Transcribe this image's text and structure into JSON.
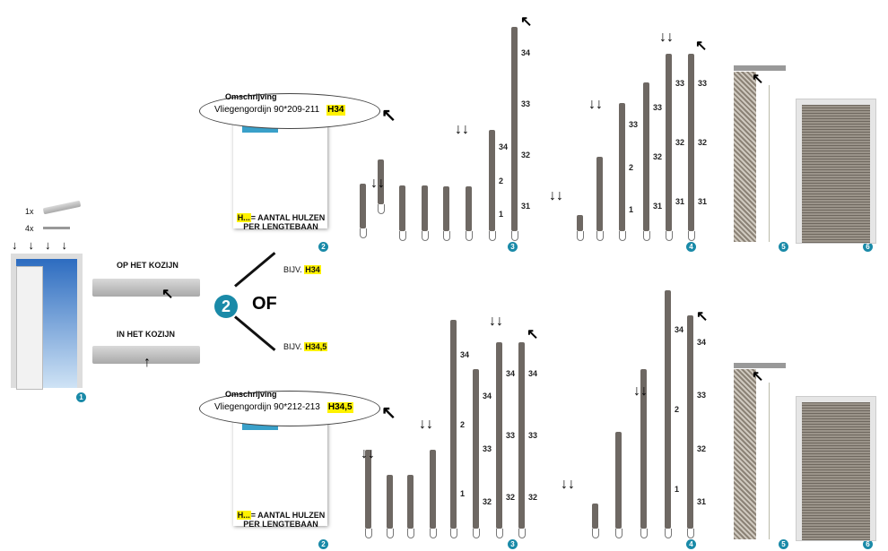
{
  "step1": {
    "qty_bar": "1x",
    "qty_screws": "4x",
    "number": "1"
  },
  "mount": {
    "on_frame": "OP HET KOZIJN",
    "in_frame": "IN HET KOZIJN"
  },
  "choice": {
    "number": "2",
    "or": "OF",
    "example_prefix": "BIJV.",
    "example_top": "H34",
    "example_bottom": "H34,5"
  },
  "top": {
    "lens_title": "Omschrijving",
    "lens_text": "Vliegengordijn 90*209-211",
    "lens_code": "H34",
    "legend_h": "H...",
    "legend_text": "= AANTAL HULZEN",
    "legend_text2": "PER LENGTEBAAN",
    "steps": [
      "2",
      "3",
      "4",
      "5",
      "6"
    ],
    "p3_left": [
      "1",
      "2",
      "34"
    ],
    "p3_right": [
      "31",
      "32",
      "33",
      "34"
    ],
    "p4_left": [
      "1",
      "2",
      "33"
    ],
    "p4_r1": [
      "31",
      "32",
      "33"
    ],
    "p4_r2": [
      "31",
      "32",
      "33"
    ],
    "p4_r3": [
      "31",
      "32",
      "33"
    ]
  },
  "bottom": {
    "lens_title": "Omschrijving",
    "lens_text": "Vliegengordijn 90*212-213",
    "lens_code": "H34,5",
    "legend_h": "H...",
    "legend_text": "= AANTAL HULZEN",
    "legend_text2": "PER LENGTEBAAN",
    "steps": [
      "2",
      "3",
      "4",
      "5",
      "6"
    ],
    "p3_left": [
      "1",
      "2",
      "34"
    ],
    "p3_r1": [
      "32",
      "33",
      "34"
    ],
    "p3_r2": [
      "32",
      "33",
      "34"
    ],
    "p4_left": [
      "1",
      "2",
      "34"
    ],
    "p4_right": [
      "31",
      "32",
      "33",
      "34"
    ]
  },
  "colors": {
    "accent": "#1a8aa8",
    "highlight": "#fff200",
    "rod": "#6e6863"
  }
}
